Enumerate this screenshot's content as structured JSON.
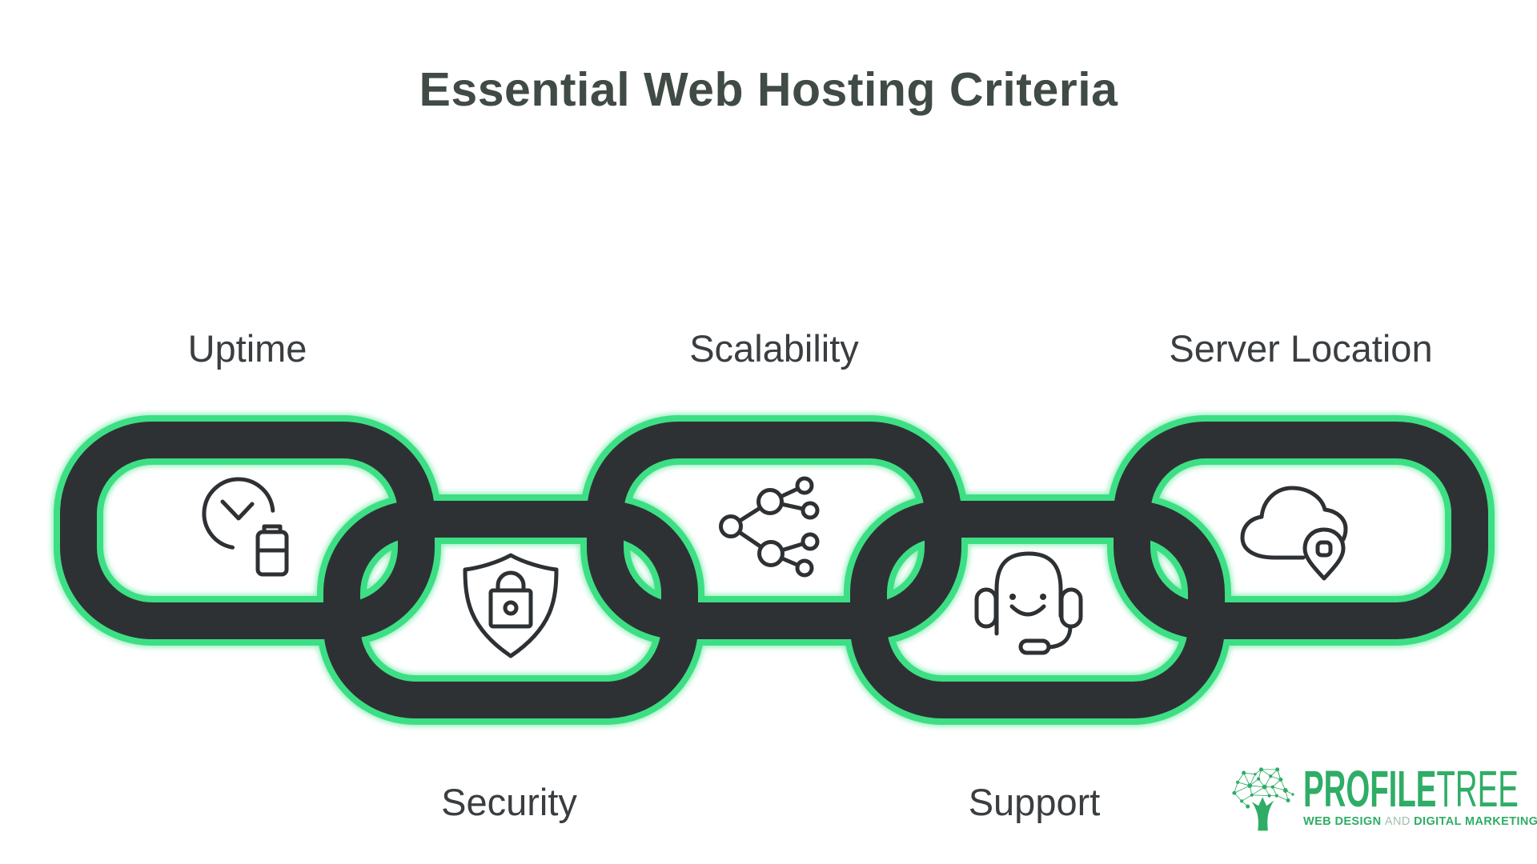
{
  "title": "Essential Web Hosting Criteria",
  "criteria": [
    {
      "label": "Uptime",
      "icon": "clock-battery-icon",
      "position": "top"
    },
    {
      "label": "Security",
      "icon": "shield-lock-icon",
      "position": "bottom"
    },
    {
      "label": "Scalability",
      "icon": "network-nodes-icon",
      "position": "top"
    },
    {
      "label": "Support",
      "icon": "support-agent-icon",
      "position": "bottom"
    },
    {
      "label": "Server Location",
      "icon": "cloud-location-icon",
      "position": "top"
    }
  ],
  "chain": {
    "link_count": 5
  },
  "colors": {
    "background": "#ffffff",
    "chain_dark": "#2e3134",
    "chain_green": "#3ddf85",
    "title_text": "#404b45",
    "label_text": "#3a3e41",
    "icon_stroke": "#2e3134",
    "logo_green": "#2fad66",
    "logo_and_gray": "#9fbfae"
  },
  "logo": {
    "name_bold": "PROFILE",
    "name_light": "TREE",
    "tagline_web_design": "WEB DESIGN ",
    "tagline_and": "AND",
    "tagline_marketing": " DIGITAL MARKETING"
  }
}
